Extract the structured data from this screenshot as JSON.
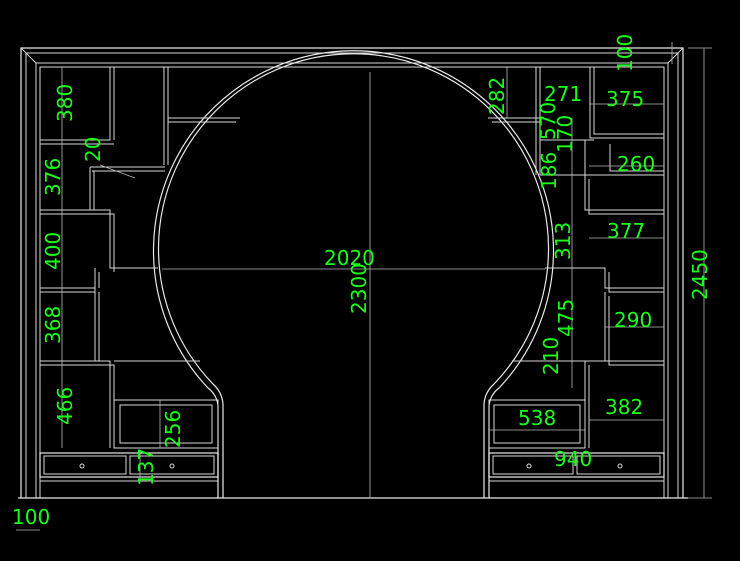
{
  "drawing": {
    "line_color": "#e8e8e8",
    "dimension_color": "#19ff19",
    "background": "#000000"
  },
  "dimensions": {
    "overall_width": "2020",
    "overall_height": "2450",
    "arch_height": "2300",
    "frame_top": "100",
    "frame_left": "100",
    "left_col": [
      "380",
      "376",
      "400",
      "368",
      "466"
    ],
    "left_shelf_gap": "20",
    "left_drawer": "256",
    "left_drawer_bottom": "137",
    "right_inner": [
      "282",
      "570",
      "170",
      "186",
      "313",
      "475",
      "210"
    ],
    "right_col": [
      "271",
      "375",
      "260",
      "377",
      "290",
      "382"
    ],
    "right_drawer": "538",
    "right_drawer_bottom": "940"
  }
}
